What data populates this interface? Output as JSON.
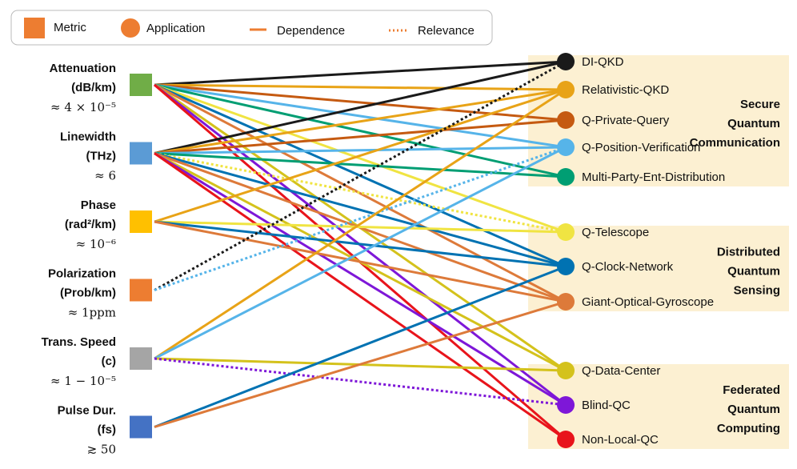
{
  "legend": {
    "metric": "Metric",
    "application": "Application",
    "dependence": "Dependence",
    "relevance": "Relevance"
  },
  "colors": {
    "legend_orange": "#ED7D31",
    "group_bg": "#FCF0D2"
  },
  "metrics": [
    {
      "id": "att",
      "title": [
        "Attenuation",
        "(dB/km)"
      ],
      "value": "≈ 4 × 10⁻⁵",
      "color": "#70AD47"
    },
    {
      "id": "lw",
      "title": [
        "Linewidth",
        "(THz)"
      ],
      "value": "≈ 6",
      "color": "#5B9BD5"
    },
    {
      "id": "ph",
      "title": [
        "Phase",
        "(rad²/km)"
      ],
      "value": "≈ 10⁻⁶",
      "color": "#FFC000"
    },
    {
      "id": "pol",
      "title": [
        "Polarization",
        "(Prob/km)"
      ],
      "value": "≈ 1ppm",
      "color": "#ED7D31"
    },
    {
      "id": "ts",
      "title": [
        "Trans. Speed",
        "(c)"
      ],
      "value": "≈ 1 − 10⁻⁵",
      "color": "#A5A5A5"
    },
    {
      "id": "pd",
      "title": [
        "Pulse Dur.",
        "(fs)"
      ],
      "value": "≳ 50",
      "color": "#4472C4"
    }
  ],
  "applications": [
    {
      "id": "diqkd",
      "label": "DI-QKD",
      "color": "#1a1a1a"
    },
    {
      "id": "rqkd",
      "label": "Relativistic-QKD",
      "color": "#E8A317"
    },
    {
      "id": "qpq",
      "label": "Q-Private-Query",
      "color": "#C55A11"
    },
    {
      "id": "qpv",
      "label": "Q-Position-Verification",
      "color": "#56B4E9"
    },
    {
      "id": "mped",
      "label": "Multi-Party-Ent-Distribution",
      "color": "#009E73"
    },
    {
      "id": "qtel",
      "label": "Q-Telescope",
      "color": "#F0E442"
    },
    {
      "id": "qclk",
      "label": "Q-Clock-Network",
      "color": "#0072B2"
    },
    {
      "id": "gog",
      "label": "Giant-Optical-Gyroscope",
      "color": "#DD7A3A"
    },
    {
      "id": "qdc",
      "label": "Q-Data-Center",
      "color": "#D4C21C"
    },
    {
      "id": "bqc",
      "label": "Blind-QC",
      "color": "#7E17D8"
    },
    {
      "id": "nlqc",
      "label": "Non-Local-QC",
      "color": "#E8141B"
    }
  ],
  "groups": [
    {
      "lines": [
        "Secure",
        "Quantum",
        "Communication"
      ],
      "apps": [
        "diqkd",
        "mped"
      ]
    },
    {
      "lines": [
        "Distributed",
        "Quantum",
        "Sensing"
      ],
      "apps": [
        "qtel",
        "gog"
      ]
    },
    {
      "lines": [
        "Federated",
        "Quantum",
        "Computing"
      ],
      "apps": [
        "qdc",
        "nlqc"
      ]
    }
  ],
  "edges": [
    {
      "from": "att",
      "to": "diqkd",
      "style": "solid"
    },
    {
      "from": "att",
      "to": "rqkd",
      "style": "solid"
    },
    {
      "from": "att",
      "to": "qpq",
      "style": "solid"
    },
    {
      "from": "att",
      "to": "qpv",
      "style": "solid"
    },
    {
      "from": "att",
      "to": "mped",
      "style": "solid"
    },
    {
      "from": "att",
      "to": "qtel",
      "style": "solid"
    },
    {
      "from": "att",
      "to": "qclk",
      "style": "solid"
    },
    {
      "from": "att",
      "to": "gog",
      "style": "solid"
    },
    {
      "from": "att",
      "to": "qdc",
      "style": "solid"
    },
    {
      "from": "att",
      "to": "bqc",
      "style": "solid"
    },
    {
      "from": "att",
      "to": "nlqc",
      "style": "solid"
    },
    {
      "from": "lw",
      "to": "diqkd",
      "style": "solid"
    },
    {
      "from": "lw",
      "to": "rqkd",
      "style": "solid"
    },
    {
      "from": "lw",
      "to": "qpq",
      "style": "solid"
    },
    {
      "from": "lw",
      "to": "qpv",
      "style": "solid"
    },
    {
      "from": "lw",
      "to": "mped",
      "style": "solid"
    },
    {
      "from": "lw",
      "to": "qtel",
      "style": "dotted"
    },
    {
      "from": "lw",
      "to": "qclk",
      "style": "solid"
    },
    {
      "from": "lw",
      "to": "gog",
      "style": "solid"
    },
    {
      "from": "lw",
      "to": "qdc",
      "style": "solid"
    },
    {
      "from": "lw",
      "to": "bqc",
      "style": "solid"
    },
    {
      "from": "lw",
      "to": "nlqc",
      "style": "solid"
    },
    {
      "from": "ph",
      "to": "rqkd",
      "style": "solid"
    },
    {
      "from": "ph",
      "to": "qtel",
      "style": "solid"
    },
    {
      "from": "ph",
      "to": "qclk",
      "style": "solid"
    },
    {
      "from": "ph",
      "to": "gog",
      "style": "solid"
    },
    {
      "from": "pol",
      "to": "diqkd",
      "style": "dotted"
    },
    {
      "from": "pol",
      "to": "qpv",
      "style": "dotted"
    },
    {
      "from": "ts",
      "to": "rqkd",
      "style": "solid"
    },
    {
      "from": "ts",
      "to": "qpv",
      "style": "solid"
    },
    {
      "from": "ts",
      "to": "qdc",
      "style": "solid"
    },
    {
      "from": "ts",
      "to": "bqc",
      "style": "dotted"
    },
    {
      "from": "pd",
      "to": "qclk",
      "style": "solid"
    },
    {
      "from": "pd",
      "to": "gog",
      "style": "solid"
    }
  ]
}
